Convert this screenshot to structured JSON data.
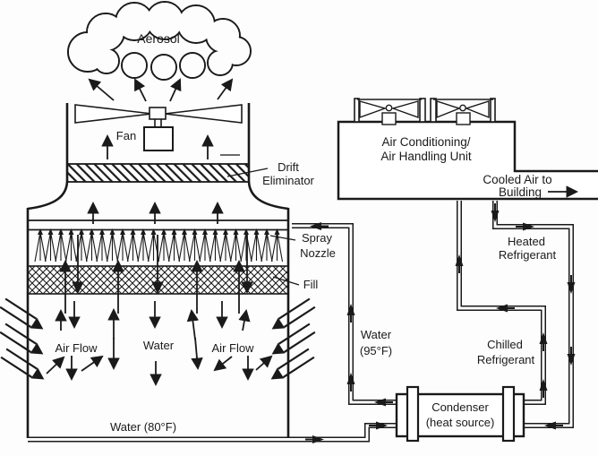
{
  "cooling_tower": {
    "aerosol": "Aerosol",
    "fan": "Fan",
    "drift_eliminator": [
      "Drift",
      "Eliminator"
    ],
    "spray_nozzle": [
      "Spray",
      "Nozzle"
    ],
    "fill": "Fill",
    "air_flow_left": "Air Flow",
    "water": "Water",
    "air_flow_right": "Air Flow",
    "basin_water": "Water (80°F)"
  },
  "piping": {
    "hot_water": [
      "Water",
      "(95°F)"
    ],
    "heated_refrigerant": [
      "Heated",
      "Refrigerant"
    ],
    "chilled_refrigerant": [
      "Chilled",
      "Refrigerant"
    ]
  },
  "air_handler": {
    "name": [
      "Air Conditioning/",
      "Air Handling Unit"
    ],
    "output": [
      "Cooled Air to",
      "Building"
    ]
  },
  "condenser": {
    "name": [
      "Condenser",
      "(heat source)"
    ]
  },
  "colors": {
    "ink": "#1a1a1a",
    "background": "#ffffff"
  }
}
